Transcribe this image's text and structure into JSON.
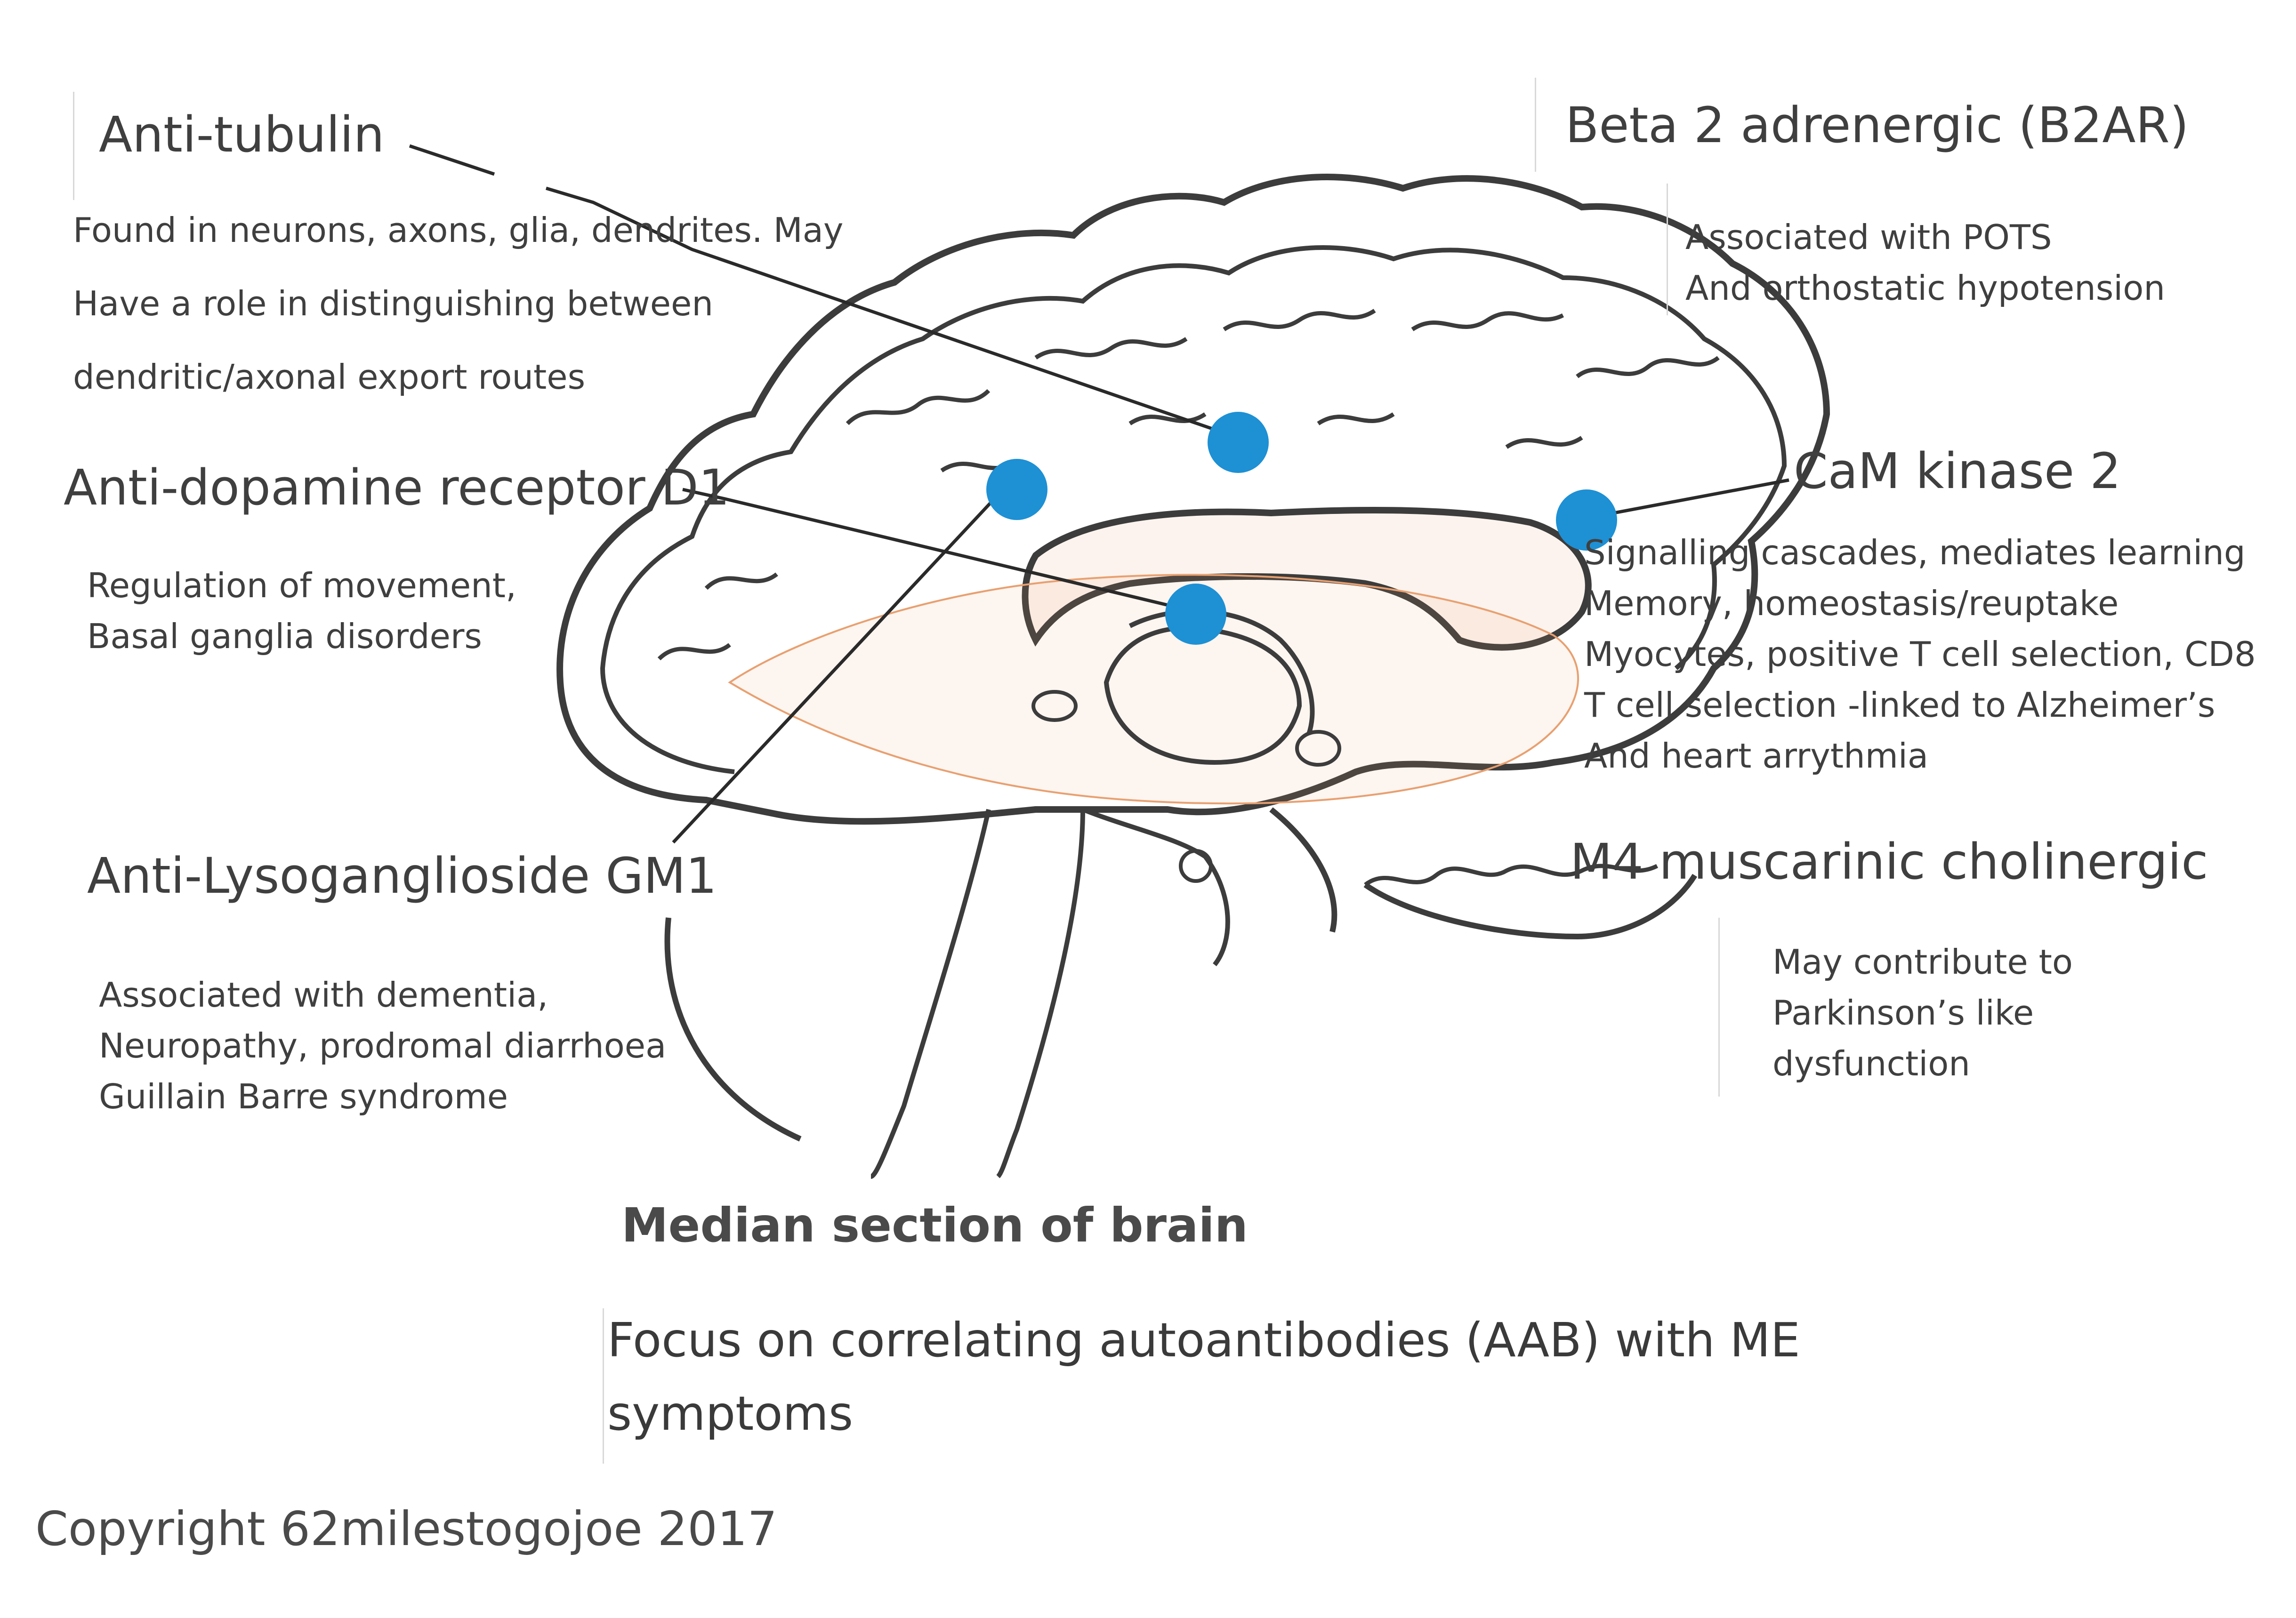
{
  "annotations": {
    "anti_tubulin": {
      "title": "Anti-tubulin",
      "lines": [
        "Found in neurons, axons, glia, dendrites. May",
        "Have a role in distinguishing between",
        "dendritic/axonal export routes"
      ]
    },
    "anti_dopamine": {
      "title": "Anti-dopamine receptor D1",
      "lines": [
        "Regulation of movement,",
        "Basal ganglia disorders"
      ]
    },
    "anti_lyso": {
      "title": "Anti-Lysoganglioside GM1",
      "lines": [
        "Associated with dementia,",
        "Neuropathy, prodromal diarrhoea",
        "Guillain Barre syndrome"
      ]
    },
    "beta2": {
      "title": "Beta 2 adrenergic (B2AR)",
      "lines": [
        "Associated with POTS",
        "And orthostatic hypotension"
      ]
    },
    "camk2": {
      "title": "CaM kinase 2",
      "lines": [
        "Signalling cascades, mediates learning",
        "Memory, homeostasis/reuptake",
        "Myocytes, positive T cell selection, CD8",
        "T cell selection -linked to Alzheimer’s",
        "And heart arrythmia"
      ]
    },
    "m4": {
      "title": "M4 muscarinic cholinergic",
      "lines": [
        "May contribute to",
        "Parkinson’s like",
        "dysfunction"
      ]
    }
  },
  "caption": {
    "title": "Median section of brain",
    "focus_line1": "Focus on correlating autoantibodies  (AAB) with ME",
    "focus_line2": "symptoms"
  },
  "copyright": "Copyright 62milestogojoe 2017",
  "colors": {
    "marker": "#1e90d4",
    "outline": "#3c3c3c",
    "shading": "#e8a070"
  }
}
